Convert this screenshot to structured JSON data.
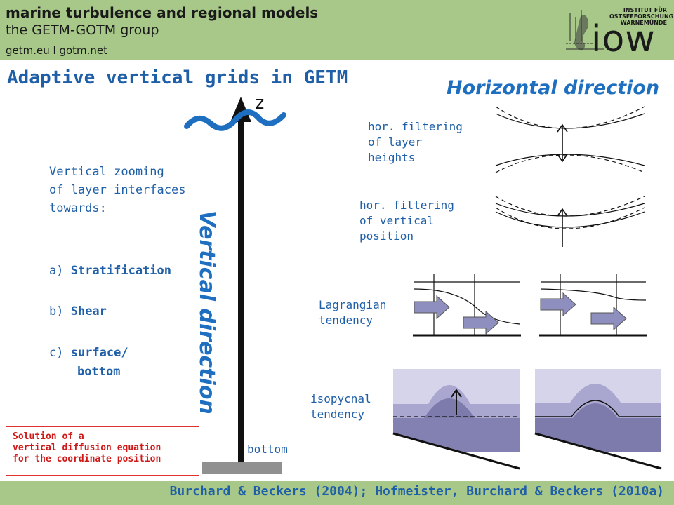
{
  "header": {
    "line1": "marine turbulence and regional models",
    "line2": "the GETM-GOTM group",
    "url": "getm.eu  l  gotm.net",
    "institute_lines": [
      "INSTITUT FÜR",
      "OSTSEEFORSCHUNG",
      "WARNEMÜNDE"
    ],
    "logo_word": "iow"
  },
  "title": "Adaptive vertical grids in GETM",
  "horizontal_title": "Horizontal direction",
  "vertical_title": "Vertical direction",
  "axis": {
    "z_label": "z",
    "bottom_label": "bottom"
  },
  "left": {
    "zoom_lines": [
      "Vertical zooming",
      "of layer interfaces",
      "towards:"
    ],
    "items": [
      {
        "prefix": "a) ",
        "label": "Stratification"
      },
      {
        "prefix": "b) ",
        "label": "Shear"
      },
      {
        "prefix": "c) ",
        "label": "surface/"
      },
      {
        "prefix": "",
        "label": "bottom"
      }
    ]
  },
  "note": [
    "Solution of a",
    "vertical diffusion equation",
    "for the coordinate position"
  ],
  "panels": {
    "layer_heights": [
      "hor. filtering",
      "of layer",
      "heights"
    ],
    "vertical_position": [
      "hor. filtering",
      "of vertical",
      "position"
    ],
    "lagrangian": [
      "Lagrangian",
      "tendency"
    ],
    "isopycnal": [
      "isopycnal",
      "tendency"
    ]
  },
  "footer": "Burchard & Beckers (2004); Hofmeister, Burchard & Beckers (2010a)",
  "colors": {
    "header_green": "#a7c888",
    "title_blue": "#1f5fa8",
    "arrow_fill": "#8f8fbf",
    "deep_fill": "#7d7aac",
    "mid_fill": "#a9a6cf",
    "light_fill": "#d6d4ea"
  }
}
